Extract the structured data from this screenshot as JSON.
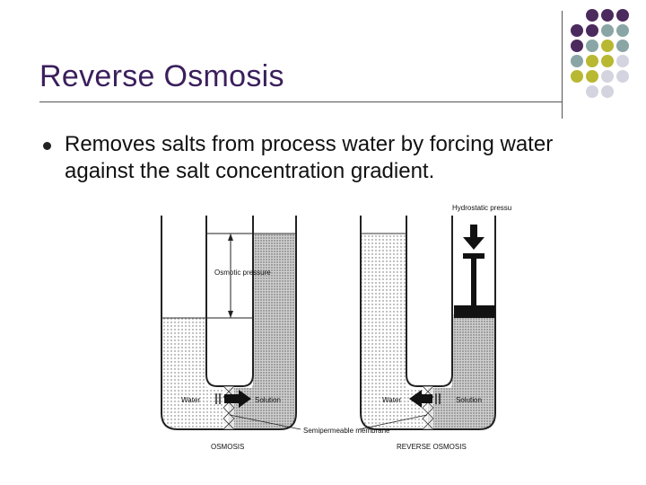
{
  "slide": {
    "title": "Reverse Osmosis",
    "bullet_text": "Removes salts from process water by forcing water against the salt concentration gradient."
  },
  "diagram": {
    "left_caption": "OSMOSIS",
    "right_caption": "REVERSE OSMOSIS",
    "osmotic_pressure": "Osmotic pressure",
    "hydrostatic_pressure": "Hydrostatic pressure",
    "membrane": "Semipermeable membrane",
    "water": "Water",
    "solution": "Solution"
  },
  "colors": {
    "title": "#3b1f5c",
    "dot_purple": "#4b2a5e",
    "dot_teal": "#8aa5a5",
    "dot_yellow": "#b8b832",
    "dot_light": "#d4d4e0"
  }
}
